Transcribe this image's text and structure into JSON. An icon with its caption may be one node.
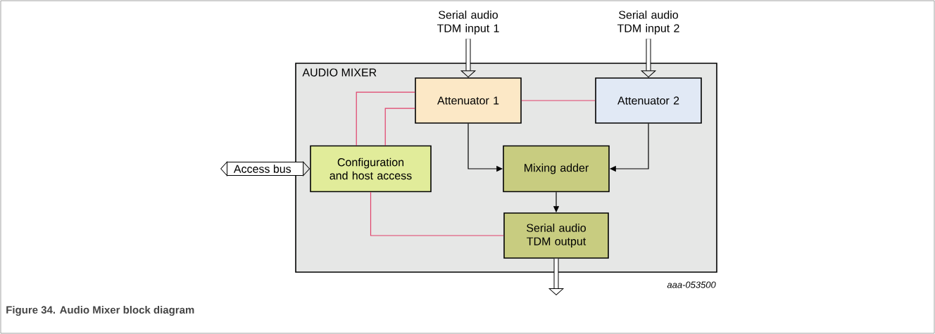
{
  "diagram": {
    "caption": "Figure 34.  Audio Mixer block diagram",
    "nodes": [
      {
        "text": [
          "AUDIO MIXER"
        ]
      },
      {
        "text": [
          "Attenuator 1"
        ],
        "in": 0
      },
      {
        "text": [
          "Attenuator 2"
        ],
        "in": 0
      },
      {
        "text": [
          "Configuration and host access"
        ],
        "in": 0
      },
      {
        "text": [
          "Mixing adder"
        ],
        "in": 0
      },
      {
        "text": [
          "Serial audio TDM output"
        ],
        "in": 0
      },
      {
        "text": [
          "Serial audio TDM input 1"
        ]
      },
      {
        "text": [
          "Serial audio TDM input 2"
        ]
      }
    ],
    "edges": [
      {
        "from": 6,
        "to": 1,
        "arrow": "to",
        "style": "thick"
      },
      {
        "from": 7,
        "to": 2,
        "arrow": "to",
        "style": "thick"
      },
      {
        "from": 1,
        "to": 2,
        "arrow": "none",
        "color": "#e0406a"
      },
      {
        "from": 3,
        "to": 1,
        "arrow": "none",
        "color": "#e0406a"
      },
      {
        "from": 3,
        "to": 1,
        "arrow": "none",
        "color": "#e0406a"
      },
      {
        "from": 3,
        "to": 5,
        "arrow": "none",
        "color": "#e0406a"
      },
      {
        "from": 1,
        "to": 4,
        "arrow": "to"
      },
      {
        "from": 2,
        "to": 4,
        "arrow": "to"
      },
      {
        "from": 4,
        "to": 5,
        "arrow": "to"
      },
      {
        "from": null,
        "to": 3,
        "arrow": "both",
        "label": "Access bus",
        "style": "thick"
      },
      {
        "from": 5,
        "to": null,
        "arrow": "to",
        "style": "thick"
      }
    ],
    "labels": [
      "aaa-053500"
    ]
  }
}
